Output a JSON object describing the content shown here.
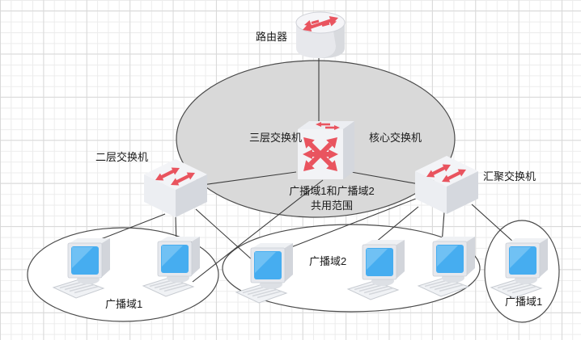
{
  "diagram": {
    "type": "network-topology",
    "nodes": {
      "router": {
        "label": "路由器",
        "icon": "router-icon"
      },
      "core_switch": {
        "label_left": "三层交换机",
        "label_right": "核心交换机",
        "icon": "layer3-switch-icon"
      },
      "layer2_switch": {
        "label": "二层交换机",
        "icon": "workgroup-switch-icon"
      },
      "aggregation_switch": {
        "label": "汇聚交换机",
        "icon": "workgroup-switch-icon"
      },
      "pcs": {
        "count": 6,
        "icon": "computer-icon"
      }
    },
    "zones": {
      "shared_scope": {
        "label_line1": "广播域1和广播域2",
        "label_line2": "共用范围",
        "fill": "#d9d9d9"
      },
      "broadcast_domain_1_left": {
        "label": "广播域1",
        "pc_count": 2
      },
      "broadcast_domain_2": {
        "label": "广播域2",
        "pc_count": 3
      },
      "broadcast_domain_1_right": {
        "label": "广播域1",
        "pc_count": 1
      }
    },
    "connections": [
      "router — core_switch",
      "core_switch — layer2_switch",
      "core_switch — aggregation_switch",
      "layer2_switch — pc1",
      "layer2_switch — pc2",
      "layer2_switch — pc3",
      "core_switch — pc2",
      "aggregation_switch — pc3",
      "aggregation_switch — pc4",
      "aggregation_switch — pc5",
      "aggregation_switch — pc6"
    ],
    "colors": {
      "arrow_red": "#e9545f",
      "zone_gray": "#d9d9d9",
      "screen_blue": "#46adf0",
      "connector": "#3c3c3c",
      "outline": "#4a4a4a",
      "grid_minor": "#ececec",
      "grid_major": "#d9d9d9"
    }
  }
}
